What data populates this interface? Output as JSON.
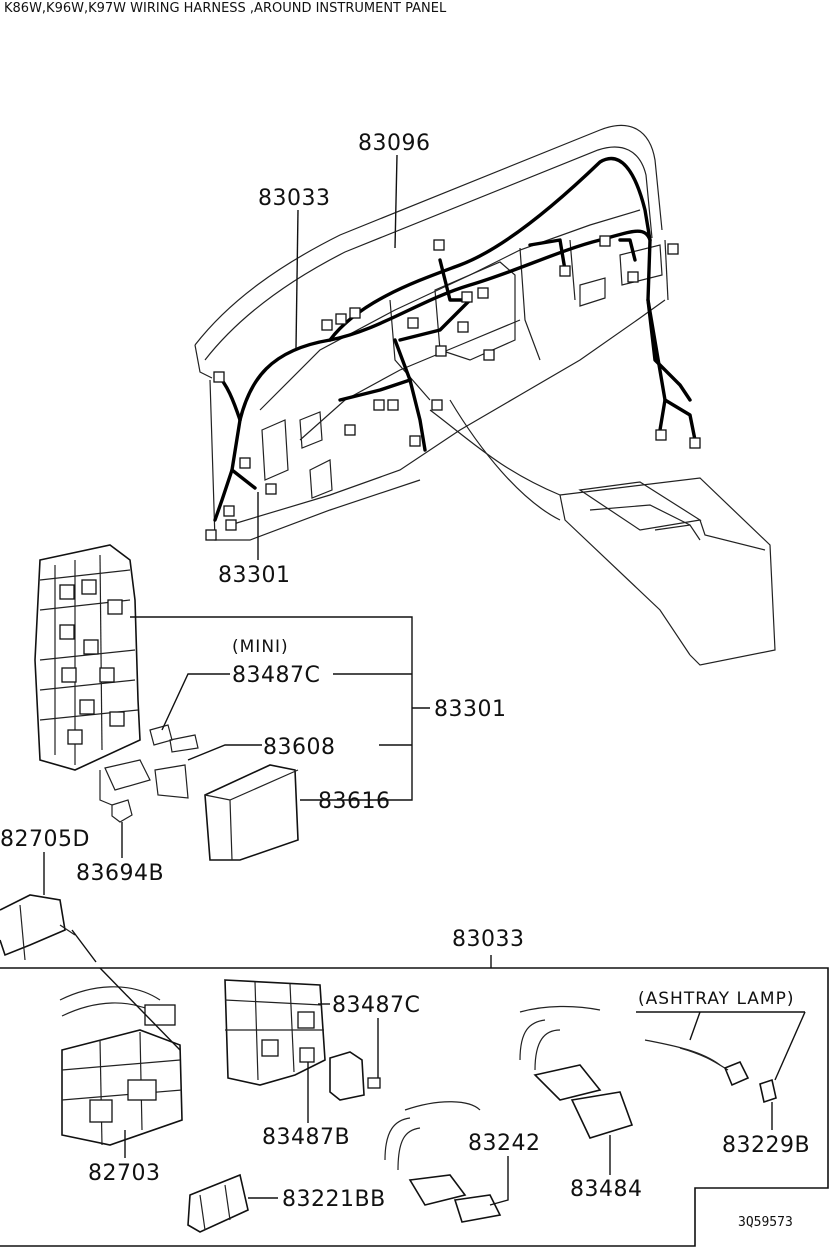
{
  "title": "K86W,K96W,K97W WIRING HARNESS ,AROUND INSTRUMENT PANEL",
  "diagram_code": "3Q59573",
  "callouts": {
    "c83096": "83096",
    "c83033_top": "83033",
    "c83301_top": "83301",
    "mini_note": "(MINI)",
    "c83487C_1": "83487C",
    "c83301_right": "83301",
    "c83608": "83608",
    "c83616": "83616",
    "c82705D": "82705D",
    "c83694B": "83694B",
    "c83033_bottom": "83033",
    "c83487C_2": "83487C",
    "ashtray_note": "(ASHTRAY LAMP)",
    "c83487B": "83487B",
    "c82703": "82703",
    "c83242": "83242",
    "c83229B": "83229B",
    "c83484": "83484",
    "c83221BB": "83221BB"
  }
}
